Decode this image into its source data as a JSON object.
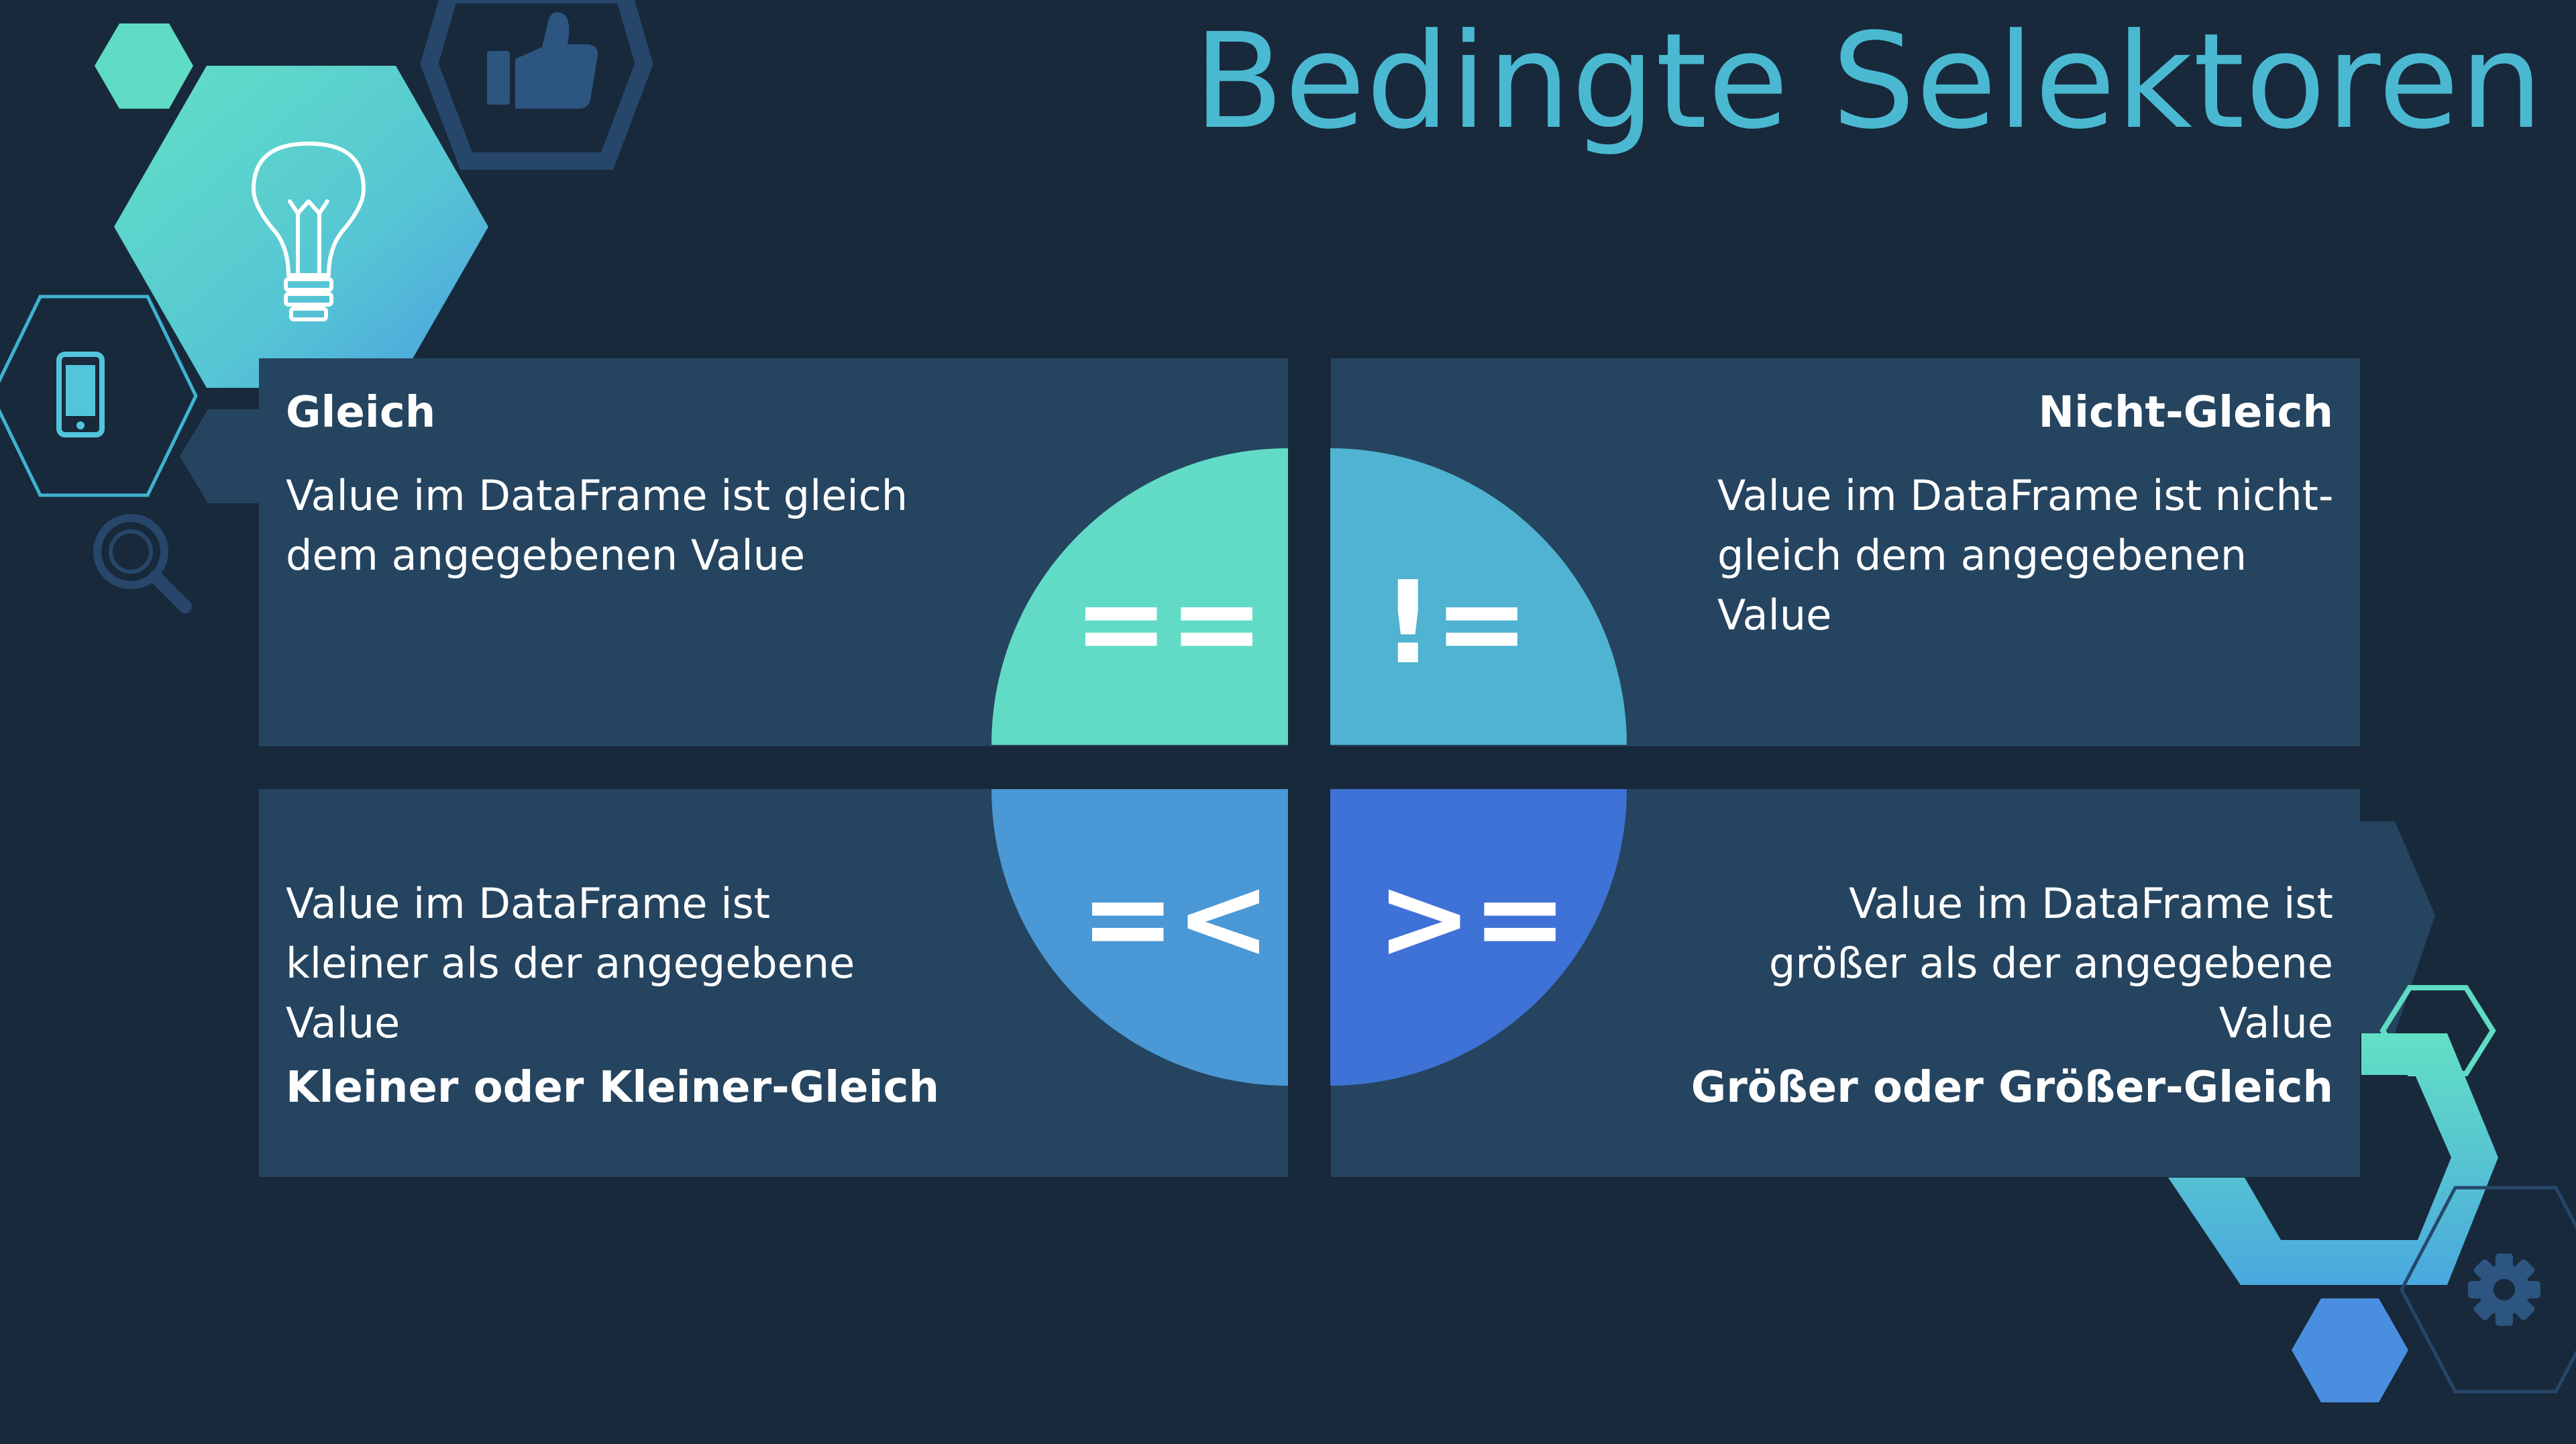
{
  "title": "Bedingte Selektoren",
  "colors": {
    "background": "#18293b",
    "card": "#25445f",
    "title": "#4bb8d2",
    "quad_equal": "#62dbc6",
    "quad_not_equal": "#4fb3d1",
    "quad_less": "#4a98d6",
    "quad_greater": "#3f72d6"
  },
  "icons": [
    "lightbulb-icon",
    "thumbs-up-icon",
    "smartphone-icon",
    "magnifier-icon",
    "gear-icon"
  ],
  "cards": [
    {
      "heading": "Gleich",
      "description": "Value im DataFrame ist gleich\ndem angegebenen Value",
      "operator": "=="
    },
    {
      "heading": "Nicht-Gleich",
      "description": "Value im DataFrame ist nicht-\ngleich dem angegebenen\nValue",
      "operator": "!="
    },
    {
      "heading": "Kleiner oder Kleiner-Gleich",
      "description": "Value im DataFrame ist\nkleiner als der angegebene\nValue",
      "operator": "=<"
    },
    {
      "heading": "Größer oder Größer-Gleich",
      "description": "Value im DataFrame ist\ngrößer als der angegebene\nValue",
      "operator": ">="
    }
  ]
}
